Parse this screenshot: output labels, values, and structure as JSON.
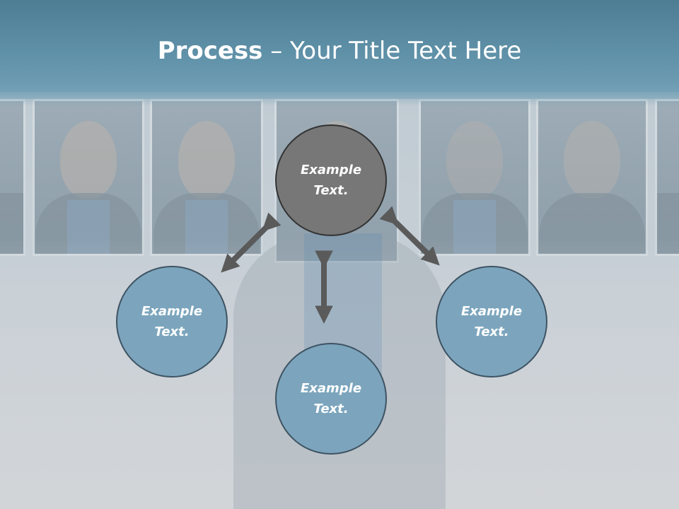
{
  "title": {
    "bold": "Process",
    "rest": " – Your Title Text Here"
  },
  "nodes": {
    "center": "Example Text.",
    "left": "Example Text.",
    "bottom": "Example Text.",
    "right": "Example Text."
  },
  "colors": {
    "header": "#5f91a8",
    "center_node": "#777777",
    "outer_node": "#7ca5bd",
    "arrow": "#5a5a5a",
    "text": "#ffffff"
  }
}
